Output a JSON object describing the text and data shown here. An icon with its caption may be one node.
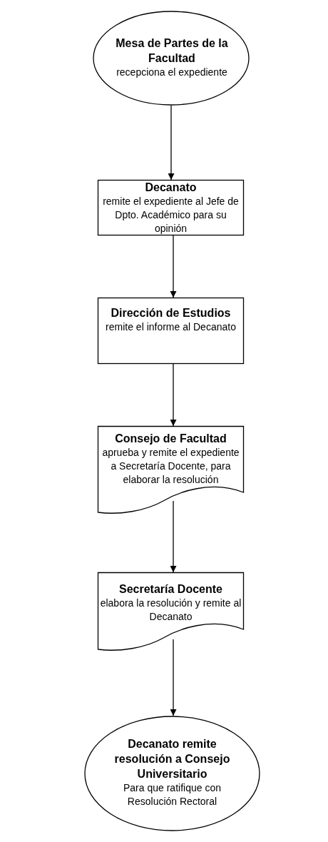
{
  "diagram": {
    "nodes": [
      {
        "text": [
          "Mesa de Partes de la Facultad",
          "recepciona el expediente"
        ]
      },
      {
        "text": [
          "Decanato",
          "remite el expediente al Jefe de Dpto. Académico para su opinión"
        ]
      },
      {
        "text": [
          "Dirección de Estudios",
          "remite el informe al Decanato"
        ]
      },
      {
        "text": [
          "Consejo de Facultad",
          "aprueba y remite el expediente a Secretaría Docente, para elaborar la resolución"
        ]
      },
      {
        "text": [
          "Secretaría Docente",
          "elabora la resolución y remite al Decanato"
        ]
      },
      {
        "text": [
          "Decanato remite resolución a Consejo Universitario",
          "Para que ratifique con Resolución Rectoral"
        ]
      }
    ],
    "edges": [
      {
        "from": 0,
        "to": 1,
        "arrow": "to"
      },
      {
        "from": 1,
        "to": 2,
        "arrow": "to"
      },
      {
        "from": 2,
        "to": 3,
        "arrow": "to"
      },
      {
        "from": 3,
        "to": 4,
        "arrow": "to"
      },
      {
        "from": 4,
        "to": 5,
        "arrow": "to"
      }
    ]
  }
}
